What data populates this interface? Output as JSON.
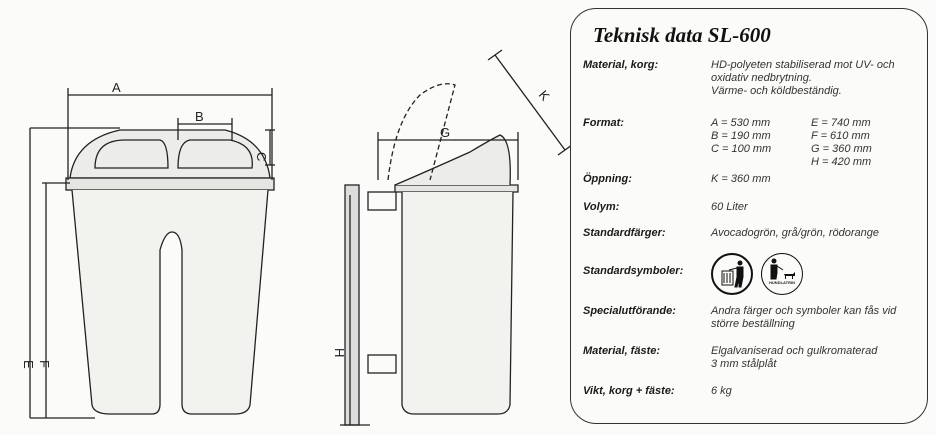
{
  "drawing": {
    "labels": {
      "a": "A",
      "b": "B",
      "c": "C",
      "e": "E",
      "f": "F",
      "g": "G",
      "h": "H",
      "k": "K"
    }
  },
  "spec": {
    "title": "Teknisk data SL-600",
    "material_korg": {
      "label": "Material, korg:",
      "lines": [
        "HD-polyeten stabiliserad mot UV- och",
        "oxidativ nedbrytning.",
        "Värme- och köldbeständig."
      ]
    },
    "format": {
      "label": "Format:",
      "col1": [
        "A = 530 mm",
        "B = 190 mm",
        "C = 100 mm"
      ],
      "col2": [
        "E = 740 mm",
        "F = 610 mm",
        "G = 360 mm",
        "H = 420 mm"
      ]
    },
    "oppning": {
      "label": "Öppning:",
      "value": "K = 360 mm"
    },
    "volym": {
      "label": "Volym:",
      "value": "60 Liter"
    },
    "farger": {
      "label": "Standardfärger:",
      "value": "Avocadogrön, grå/grön, rödorange"
    },
    "symboler": {
      "label": "Standardsymboler:",
      "symbol2_text": "HUNDLATRIN"
    },
    "special": {
      "label": "Specialutförande:",
      "lines": [
        "Andra färger och symboler kan fås vid",
        "större beställning"
      ]
    },
    "material_faste": {
      "label": "Material, fäste:",
      "lines": [
        "Elgalvaniserad och gulkromaterad",
        "3 mm stålplåt"
      ]
    },
    "vikt": {
      "label": "Vikt, korg + fäste:",
      "value": "6 kg"
    }
  }
}
